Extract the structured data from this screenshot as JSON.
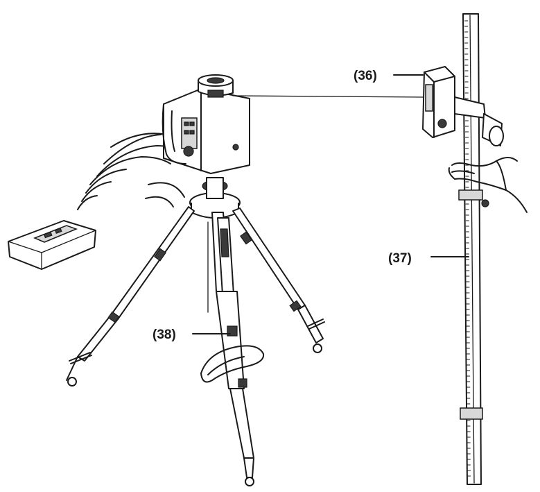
{
  "labels": {
    "receiver": "(36)",
    "staff": "(37)",
    "tripod": "(38)"
  },
  "colors": {
    "ink": "#1a1a1a",
    "paper": "#ffffff"
  }
}
